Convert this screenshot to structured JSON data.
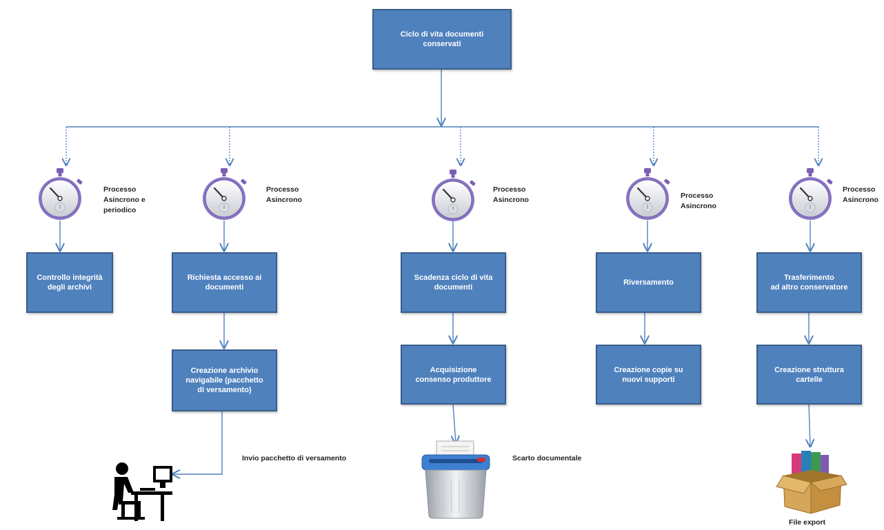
{
  "boxes": {
    "root": "Ciclo di vita documenti\nconservati",
    "col1_top": "Controllo integrità\ndegli archivi",
    "col2_top": "Richiesta accesso ai\ndocumenti",
    "col2_bottom": "Creazione archivio\nnavigabile (pacchetto\ndi versamento)",
    "col3_top": "Scadenza ciclo di vita\ndocumenti",
    "col3_bottom": "Acquisizione\nconsenso produttore",
    "col4_top": "Riversamento",
    "col4_bottom": "Creazione copie su\nnuovi supporti",
    "col5_top": "Trasferimento\nad altro conservatore",
    "col5_bottom": "Creazione struttura\ncartelle"
  },
  "timers": {
    "col1": "Processo\nAsincrono e\nperiodico",
    "col2": "Processo\nAsincrono",
    "col3": "Processo\nAsincrono",
    "col4": "Processo\nAsincrono",
    "col5": "Processo\nAsincrono"
  },
  "outputs": {
    "col2": "Invio pacchetto di versamento",
    "col3": "Scarto documentale",
    "col5": "File export"
  },
  "icons": {
    "timer": "stopwatch-icon",
    "user": "user-at-computer-icon",
    "shredder": "paper-shredder-icon",
    "box": "box-with-folders-icon"
  },
  "colors": {
    "box_fill": "#4f81bd",
    "box_border": "#385d8a",
    "connector": "#4f81bd",
    "timer_accent": "#7b5fb5"
  }
}
